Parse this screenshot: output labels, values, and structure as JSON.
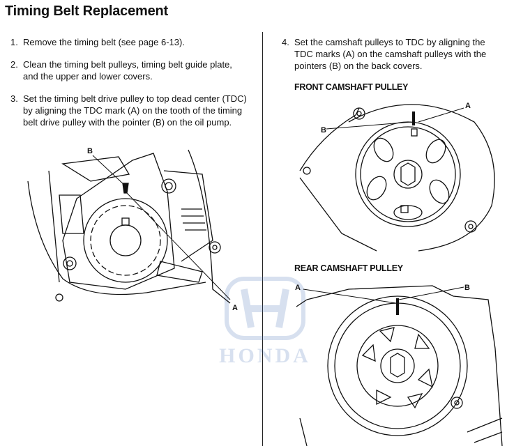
{
  "title": "Timing Belt Replacement",
  "steps": [
    {
      "num": "1.",
      "text": "Remove the timing belt (see page 6-13)."
    },
    {
      "num": "2.",
      "text": "Clean the timing belt pulleys, timing belt guide plate, and the upper and lower covers."
    },
    {
      "num": "3.",
      "text": "Set the timing belt drive pulley to top dead center (TDC) by aligning the TDC mark (A) on the tooth of the timing belt drive pulley with the pointer (B) on the oil pump."
    },
    {
      "num": "4.",
      "text": "Set the camshaft pulleys to TDC by aligning the TDC marks (A) on the camshaft pulleys with the pointers (B) on the back covers."
    }
  ],
  "figures": {
    "drive_pulley": {
      "label_a": "A",
      "label_b": "B"
    },
    "front_camshaft": {
      "caption": "FRONT CAMSHAFT PULLEY",
      "label_a": "A",
      "label_b": "B"
    },
    "rear_camshaft": {
      "caption": "REAR CAMSHAFT PULLEY",
      "label_a": "A",
      "label_b": "B"
    }
  },
  "watermark": {
    "text": "HONDA",
    "color": "#2a5aa8"
  }
}
